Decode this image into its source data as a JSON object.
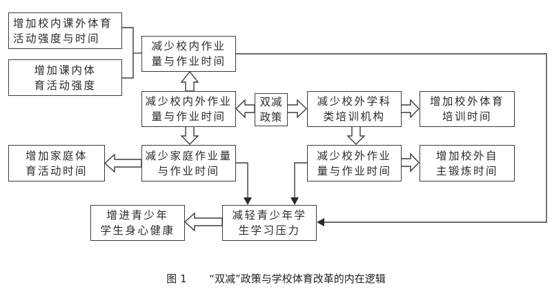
{
  "diagram": {
    "nodes": {
      "increase_school_extracurricular": {
        "lines": [
          "增加校内课外体育",
          "活动强度与时间"
        ]
      },
      "increase_class_pe": {
        "lines": [
          "增加课内体",
          "育活动强度"
        ]
      },
      "reduce_school_homework": {
        "lines": [
          "减少校内作业",
          "量与作业时间"
        ]
      },
      "reduce_all_homework": {
        "lines": [
          "减少校内外作业",
          "量与作业时间"
        ]
      },
      "double_reduction_policy": {
        "lines": [
          "双减",
          "政策"
        ]
      },
      "reduce_tutoring_institutions": {
        "lines": [
          "减少校外学科",
          "类培训机构"
        ]
      },
      "increase_offcampus_pe_training": {
        "lines": [
          "增加校外体育",
          "培训时间"
        ]
      },
      "increase_family_pe": {
        "lines": [
          "增加家庭体",
          "育活动时间"
        ]
      },
      "reduce_family_homework": {
        "lines": [
          "减少家庭作业量",
          "与作业时间"
        ]
      },
      "reduce_offcampus_homework": {
        "lines": [
          "减少校外作业",
          "量与作业时间"
        ]
      },
      "increase_self_exercise": {
        "lines": [
          "增加校外自",
          "主锻炼时间"
        ]
      },
      "promote_health": {
        "lines": [
          "增进青少年",
          "学生身心健康"
        ]
      },
      "reduce_study_pressure": {
        "lines": [
          "减轻青少年学",
          "生学习压力"
        ]
      }
    },
    "edges": [
      {
        "from": "double_reduction_policy",
        "to": "reduce_all_homework",
        "style": "hollow"
      },
      {
        "from": "double_reduction_policy",
        "to": "reduce_tutoring_institutions",
        "style": "hollow"
      },
      {
        "from": "reduce_all_homework",
        "to": "reduce_school_homework",
        "style": "hollow"
      },
      {
        "from": "reduce_all_homework",
        "to": "reduce_family_homework",
        "style": "hollow"
      },
      {
        "from": "reduce_tutoring_institutions",
        "to": "increase_offcampus_pe_training",
        "style": "hollow"
      },
      {
        "from": "reduce_tutoring_institutions",
        "to": "reduce_offcampus_homework",
        "style": "hollow"
      },
      {
        "from": "reduce_offcampus_homework",
        "to": "increase_self_exercise",
        "style": "hollow"
      },
      {
        "from": "reduce_family_homework",
        "to": "increase_family_pe",
        "style": "hollow"
      },
      {
        "from": "reduce_school_homework",
        "to": [
          "increase_school_extracurricular",
          "increase_class_pe"
        ],
        "style": "bracket"
      },
      {
        "from": "reduce_family_homework",
        "to": "reduce_study_pressure",
        "style": "solid"
      },
      {
        "from": "reduce_offcampus_homework",
        "to": "reduce_study_pressure",
        "style": "solid"
      },
      {
        "from": "reduce_school_homework",
        "to": "reduce_study_pressure",
        "style": "solid"
      },
      {
        "from": "reduce_study_pressure",
        "to": "promote_health",
        "style": "hollow"
      }
    ]
  },
  "caption": {
    "number": "图 1",
    "text": "“双减”政策与学校体育改革的内在逻辑"
  }
}
